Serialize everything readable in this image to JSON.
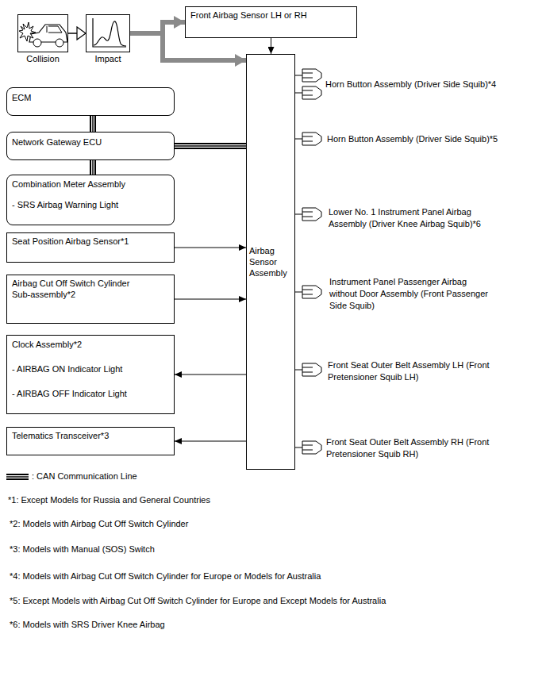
{
  "diagram": {
    "nodes": [
      {
        "text": [
          "Collision"
        ]
      },
      {
        "text": [
          "Impact"
        ]
      },
      {
        "text": [
          "Front Airbag Sensor LH or RH"
        ]
      },
      {
        "text": [
          "Airbag Sensor Assembly"
        ]
      },
      {
        "text": [
          "ECM"
        ]
      },
      {
        "text": [
          "Network Gateway ECU"
        ]
      },
      {
        "text": [
          "Combination Meter Assembly",
          "- SRS Airbag Warning Light"
        ]
      },
      {
        "text": [
          "Seat Position Airbag Sensor*1"
        ]
      },
      {
        "text": [
          "Airbag Cut Off Switch Cylinder Sub-assembly*2"
        ]
      },
      {
        "text": [
          "Clock Assembly*2",
          "- AIRBAG ON Indicator Light",
          "- AIRBAG OFF Indicator Light"
        ]
      },
      {
        "text": [
          "Telematics Transceiver*3"
        ]
      }
    ],
    "edges": [
      {
        "from": 0,
        "to": 1,
        "arrow": "to"
      },
      {
        "from": 1,
        "to": 2,
        "arrow": "to"
      },
      {
        "from": 1,
        "to": 3,
        "arrow": "to"
      },
      {
        "from": 2,
        "to": 3,
        "arrow": "to"
      },
      {
        "from": 4,
        "to": 5,
        "arrow": "none"
      },
      {
        "from": 5,
        "to": 6,
        "arrow": "none"
      },
      {
        "from": 5,
        "to": 3,
        "arrow": "none"
      },
      {
        "from": 7,
        "to": 3,
        "arrow": "to"
      },
      {
        "from": 8,
        "to": 3,
        "arrow": "to"
      },
      {
        "from": 3,
        "to": 9,
        "arrow": "to"
      },
      {
        "from": 3,
        "to": 10,
        "arrow": "to"
      }
    ],
    "labels": [
      "Horn Button Assembly (Driver Side Squib)*4",
      "Horn Button Assembly (Driver Side Squib)*5",
      "Lower No. 1 Instrument Panel Airbag Assembly (Driver Knee Airbag Squib)*6",
      "Instrument Panel Passenger Airbag without Door Assembly (Front Passenger Side Squib)",
      "Front Seat Outer Belt Assembly LH (Front Pretensioner Squib LH)",
      "Front Seat Outer Belt Assembly RH (Front Pretensioner Squib RH)",
      "*1: Except Models for Russia and General Countries",
      "*2: Models with Airbag Cut Off Switch Cylinder",
      "*3: Models with Manual (SOS) Switch",
      "*4: Models with Airbag Cut Off Switch Cylinder for Europe or Models for Australia",
      "*5: Except Models with Airbag Cut Off Switch Cylinder for Europe and Except Models for Australia",
      "*6: Models with SRS Driver Knee Airbag"
    ],
    "legend": [
      {
        "text": ": CAN Communication Line"
      }
    ]
  }
}
